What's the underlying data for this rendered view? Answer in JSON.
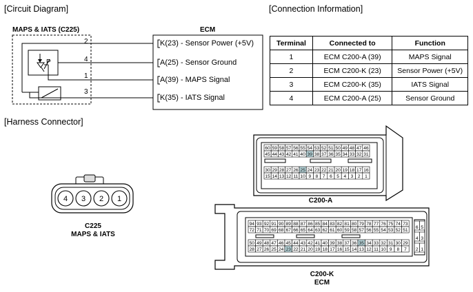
{
  "sections": {
    "circuit_diagram": "[Circuit Diagram]",
    "connection_information": "[Connection Information]",
    "harness_connector": "[Harness Connector]"
  },
  "circuit": {
    "sensor_title": "MAPS & IATS (C225)",
    "ecm_title": "ECM",
    "sensor_p_label": "P",
    "wires": [
      {
        "pin": "2",
        "ecm_label": "K(23) - Sensor Power (+5V)"
      },
      {
        "pin": "4",
        "ecm_label": "A(25) - Sensor Ground"
      },
      {
        "pin": "1",
        "ecm_label": "A(39) - MAPS Signal"
      },
      {
        "pin": "3",
        "ecm_label": "K(35) - IATS Signal"
      }
    ]
  },
  "connection_table": {
    "headers": [
      "Terminal",
      "Connected to",
      "Function"
    ],
    "rows": [
      [
        "1",
        "ECM C200-A (39)",
        "MAPS Signal"
      ],
      [
        "2",
        "ECM C200-K (23)",
        "Sensor Power (+5V)"
      ],
      [
        "3",
        "ECM C200-K (35)",
        "IATS Signal"
      ],
      [
        "4",
        "ECM C200-A (25)",
        "Sensor Ground"
      ]
    ]
  },
  "connectors": {
    "c225": {
      "label_line1": "C225",
      "label_line2": "MAPS & IATS",
      "pins": [
        "4",
        "3",
        "2",
        "1"
      ]
    },
    "c200a": {
      "label": "C200-A",
      "highlight": [
        "39",
        "25"
      ],
      "rows": [
        [
          "60",
          "59",
          "58",
          "57",
          "56",
          "55",
          "54",
          "53",
          "52",
          "51",
          "50",
          "49",
          "48",
          "47",
          "46"
        ],
        [
          "45",
          "44",
          "43",
          "42",
          "41",
          "40",
          "39",
          "38",
          "37",
          "36",
          "35",
          "34",
          "33",
          "32",
          "31"
        ],
        [
          "30",
          "29",
          "28",
          "27",
          "26",
          "25",
          "24",
          "23",
          "22",
          "21",
          "20",
          "19",
          "18",
          "17",
          "16"
        ],
        [
          "15",
          "14",
          "13",
          "12",
          "11",
          "10",
          "9",
          "8",
          "7",
          "6",
          "5",
          "4",
          "3",
          "2",
          "1"
        ]
      ]
    },
    "c200k": {
      "label_line1": "C200-K",
      "label_line2": "ECM",
      "highlight": [
        "35",
        "23"
      ],
      "rows": [
        [
          "94",
          "93",
          "92",
          "91",
          "90",
          "89",
          "88",
          "87",
          "86",
          "85",
          "84",
          "83",
          "82",
          "81",
          "80",
          "79",
          "78",
          "77",
          "76",
          "75",
          "74",
          "73"
        ],
        [
          "72",
          "71",
          "70",
          "69",
          "68",
          "67",
          "66",
          "65",
          "64",
          "63",
          "62",
          "61",
          "60",
          "59",
          "58",
          "57",
          "56",
          "55",
          "54",
          "53",
          "52",
          "51"
        ],
        [
          "50",
          "49",
          "48",
          "47",
          "46",
          "45",
          "44",
          "43",
          "42",
          "41",
          "40",
          "39",
          "38",
          "37",
          "36",
          "35",
          "34",
          "33",
          "32",
          "31",
          "30",
          "29"
        ],
        [
          "28",
          "27",
          "26",
          "25",
          "24",
          "23",
          "22",
          "21",
          "20",
          "19",
          "18",
          "17",
          "16",
          "15",
          "14",
          "13",
          "12",
          "11",
          "10",
          "9",
          "8",
          "7"
        ]
      ],
      "side_pins": [
        [
          "6",
          "5"
        ],
        [
          "4",
          "3"
        ],
        [
          "2",
          "1"
        ]
      ]
    }
  },
  "colors": {
    "highlight": "#b9d7dc",
    "line": "#000000"
  }
}
